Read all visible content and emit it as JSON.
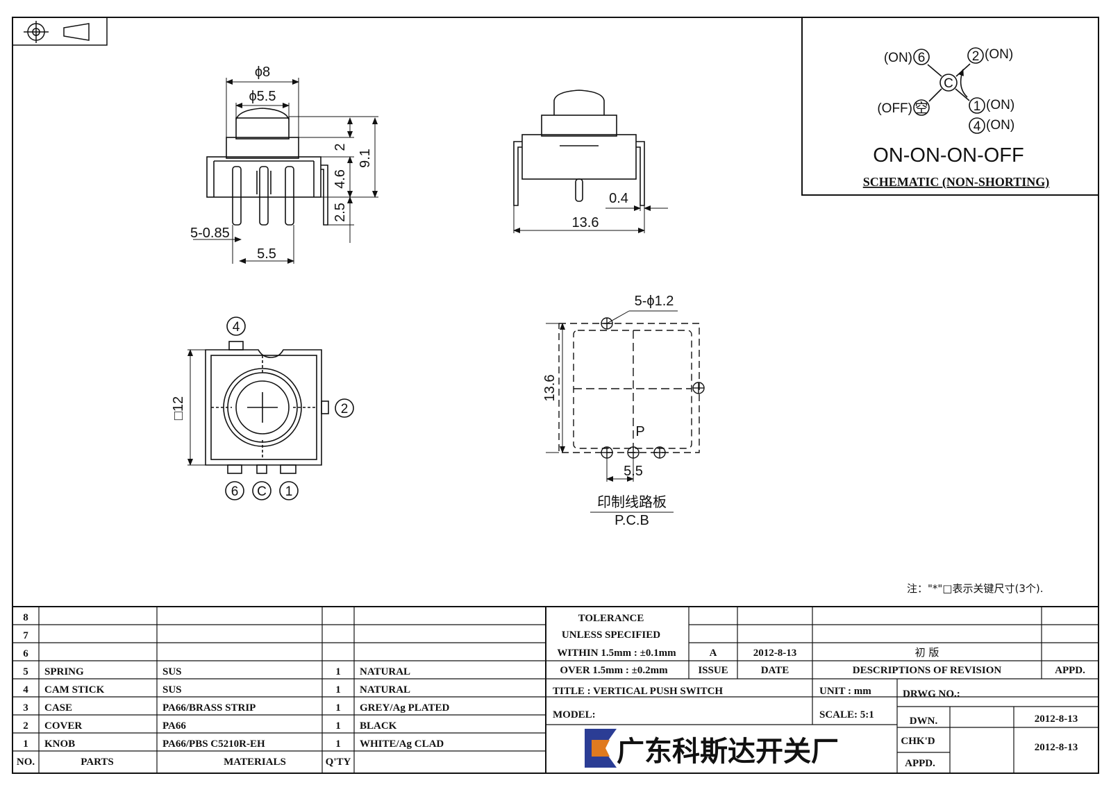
{
  "colors": {
    "line": "#111111",
    "logo_blue": "#2b3d95",
    "logo_orange": "#e07a1f"
  },
  "icons": {
    "projection_symbol": "first-angle-projection-icon",
    "logo": "company-logo-icon"
  },
  "side_view": {
    "dim_phi8": "ϕ8",
    "dim_phi55": "ϕ5.5",
    "dim_2": "2",
    "dim_46": "4.6",
    "dim_91": "9.1",
    "dim_25": "2.5",
    "dim_pin": "5-0.85",
    "dim_pitch": "5.5"
  },
  "front_view": {
    "dim_04": "0.4",
    "dim_136": "13.6"
  },
  "schematic": {
    "pin6": "6",
    "pin2": "2",
    "pin1": "1",
    "pin4": "4",
    "pinC": "C",
    "pin_off": "空",
    "on_6": "(ON)",
    "on_2": "(ON)",
    "on_1": "(ON)",
    "on_4": "(ON)",
    "off": "(OFF)",
    "mode": "ON-ON-ON-OFF",
    "caption": "SCHEMATIC (NON-SHORTING)"
  },
  "top_view": {
    "dim_12": "□12",
    "pin4": "4",
    "pin2": "2",
    "pin6": "6",
    "pinC": "C",
    "pin1": "1"
  },
  "pcb": {
    "dim_holes": "5-ϕ1.2",
    "dim_136": "13.6",
    "label_p": "P",
    "dim_55": "5.5",
    "title_cn": "印制线路板",
    "title_en": "P.C.B"
  },
  "note": "注：\"*\"□表示关键尺寸(3个).",
  "bom": {
    "rows": [
      {
        "no": "8",
        "part": "",
        "material": "",
        "qty": "",
        "finish": ""
      },
      {
        "no": "7",
        "part": "",
        "material": "",
        "qty": "",
        "finish": ""
      },
      {
        "no": "6",
        "part": "",
        "material": "",
        "qty": "",
        "finish": ""
      },
      {
        "no": "5",
        "part": "SPRING",
        "material": "SUS",
        "qty": "1",
        "finish": "NATURAL"
      },
      {
        "no": "4",
        "part": "CAM STICK",
        "material": "SUS",
        "qty": "1",
        "finish": "NATURAL"
      },
      {
        "no": "3",
        "part": "CASE",
        "material": "PA66/BRASS STRIP",
        "qty": "1",
        "finish": "GREY/Ag PLATED"
      },
      {
        "no": "2",
        "part": "COVER",
        "material": "PA66",
        "qty": "1",
        "finish": "BLACK"
      },
      {
        "no": "1",
        "part": "KNOB",
        "material": "PA66/PBS C5210R-EH",
        "qty": "1",
        "finish": "WHITE/Ag CLAD"
      }
    ],
    "header": {
      "no": "NO.",
      "parts": "PARTS",
      "materials": "MATERIALS",
      "qty": "Q'TY"
    }
  },
  "title_block": {
    "tol1": "TOLERANCE",
    "tol2": "UNLESS SPECIFIED",
    "tol3": "WITHIN 1.5mm : ±0.1mm",
    "tol4": "OVER 1.5mm : ±0.2mm",
    "issue_val": "A",
    "date_val": "2012-8-13",
    "rev_desc": "初 版",
    "issue_hdr": "ISSUE",
    "date_hdr": "DATE",
    "desc_hdr": "DESCRIPTIONS OF REVISION",
    "appd_hdr": "APPD.",
    "title": "TITLE : VERTICAL PUSH SWITCH",
    "unit": "UNIT : mm",
    "drwg": "DRWG NO.:",
    "model": "MODEL:",
    "scale": "SCALE: 5:1",
    "dwn": "DWN.",
    "dwn_date": "2012-8-13",
    "chkd": "CHK'D",
    "chkd_date": "2012-8-13",
    "appd": "APPD.",
    "company": "广东科斯达开关厂"
  }
}
